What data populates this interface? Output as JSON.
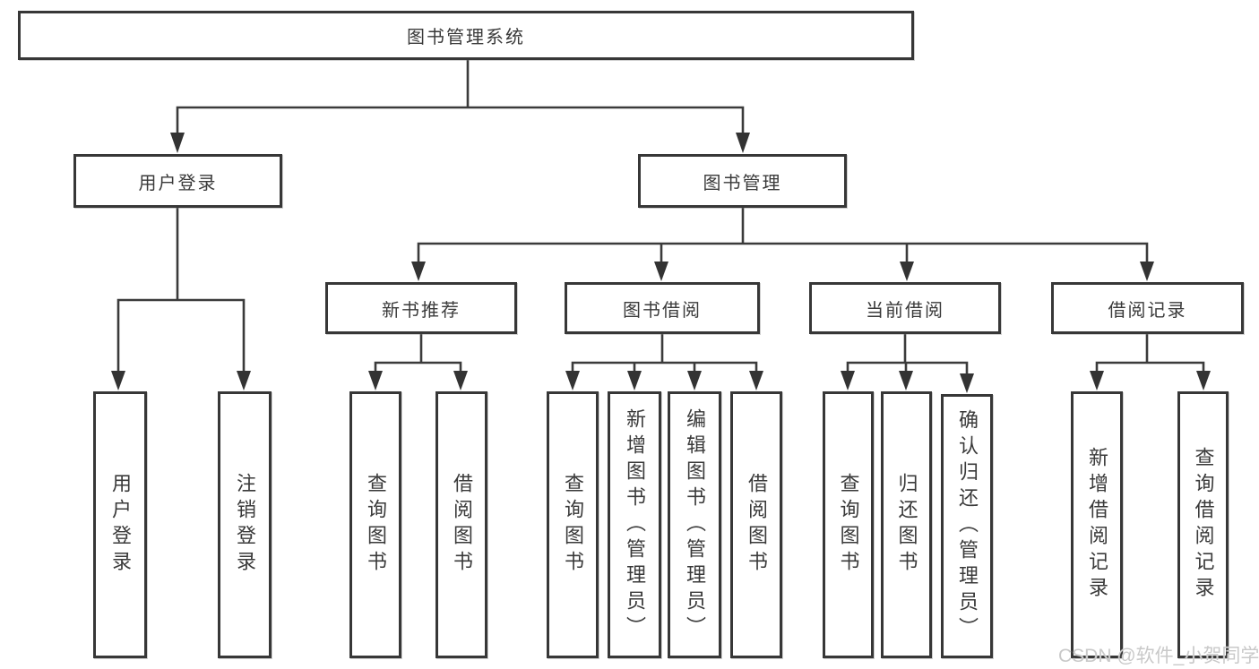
{
  "colors": {
    "background": "#ffffff",
    "line": "#3b3b3b",
    "box_border": "#373737",
    "text": "#3a3a3a",
    "watermark": "#c9c9c9"
  },
  "watermark": {
    "text": "CSDN @软件_小贺同学"
  },
  "root": {
    "label": "图书管理系统"
  },
  "branches": [
    {
      "label": "用户登录",
      "children": [
        {
          "label": "用户登录"
        },
        {
          "label": "注销登录"
        }
      ]
    },
    {
      "label": "图书管理",
      "children": [
        {
          "label": "新书推荐",
          "children": [
            {
              "label": "查询图书"
            },
            {
              "label": "借阅图书"
            }
          ]
        },
        {
          "label": "图书借阅",
          "children": [
            {
              "label": "查询图书"
            },
            {
              "label": "新增图书（管理员）"
            },
            {
              "label": "编辑图书（管理员）"
            },
            {
              "label": "借阅图书"
            }
          ]
        },
        {
          "label": "当前借阅",
          "children": [
            {
              "label": "查询图书"
            },
            {
              "label": "归还图书"
            },
            {
              "label": "确认归还（管理员）"
            }
          ]
        },
        {
          "label": "借阅记录",
          "children": [
            {
              "label": "新增借阅记录"
            },
            {
              "label": "查询借阅记录"
            }
          ]
        }
      ]
    }
  ]
}
